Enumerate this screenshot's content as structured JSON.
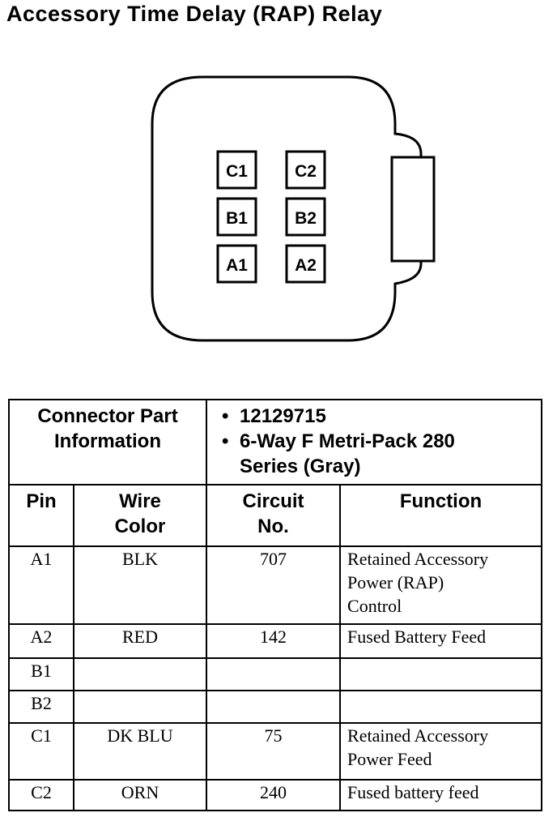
{
  "title": "Accessory Time Delay (RAP) Relay",
  "connector": {
    "pins": [
      "C1",
      "C2",
      "B1",
      "B2",
      "A1",
      "A2"
    ]
  },
  "table": {
    "info_label_line1": "Connector Part",
    "info_label_line2": "Information",
    "info_items": [
      "12129715",
      "6-Way F Metri-Pack 280",
      "Series (Gray)"
    ],
    "bullet": "•",
    "headers": {
      "pin": "Pin",
      "wire_color_1": "Wire",
      "wire_color_2": "Color",
      "circuit_1": "Circuit",
      "circuit_2": "No.",
      "function": "Function"
    },
    "rows": [
      {
        "pin": "A1",
        "color": "BLK",
        "circuit": "707",
        "f1": "Retained Accessory",
        "f2": "Power (RAP)",
        "f3": "Control"
      },
      {
        "pin": "A2",
        "color": "RED",
        "circuit": "142",
        "f1": "Fused Battery Feed",
        "f2": "",
        "f3": ""
      },
      {
        "pin": "B1",
        "color": "",
        "circuit": "",
        "f1": "",
        "f2": "",
        "f3": ""
      },
      {
        "pin": "B2",
        "color": "",
        "circuit": "",
        "f1": "",
        "f2": "",
        "f3": ""
      },
      {
        "pin": "C1",
        "color": "DK BLU",
        "circuit": "75",
        "f1": "Retained Accessory",
        "f2": "Power Feed",
        "f3": ""
      },
      {
        "pin": "C2",
        "color": "ORN",
        "circuit": "240",
        "f1": "Fused battery feed",
        "f2": "",
        "f3": ""
      }
    ]
  }
}
